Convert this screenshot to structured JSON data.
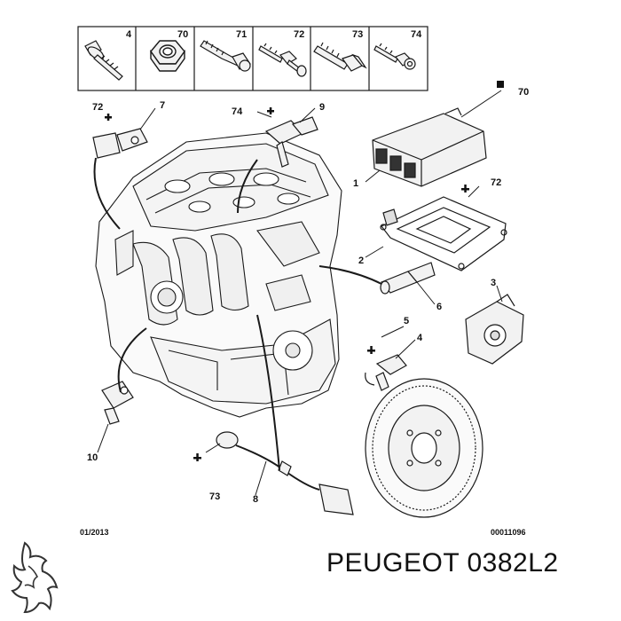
{
  "fasteners": [
    {
      "number": "4",
      "icon": "bolt-flange-icon"
    },
    {
      "number": "70",
      "icon": "hex-nut-icon"
    },
    {
      "number": "71",
      "icon": "screw-threaded-icon"
    },
    {
      "number": "72",
      "icon": "stud-bolt-icon"
    },
    {
      "number": "73",
      "icon": "hex-bolt-icon"
    },
    {
      "number": "74",
      "icon": "sensor-bolt-icon"
    }
  ],
  "callouts": {
    "c1": "1",
    "c2": "2",
    "c3": "3",
    "c4": "4",
    "c5": "5",
    "c6": "6",
    "c7": "7",
    "c8": "8",
    "c9": "9",
    "c10": "10",
    "c70": "70",
    "c72a": "72",
    "c72b": "72",
    "c74": "74",
    "c73": "73"
  },
  "footer": {
    "date": "01/2013",
    "ref": "00011096"
  },
  "brand_caption": "PEUGEOT 0382L2",
  "colors": {
    "line": "#1a1a1a",
    "part_fill": "#f2f2f2",
    "background": "#ffffff"
  }
}
